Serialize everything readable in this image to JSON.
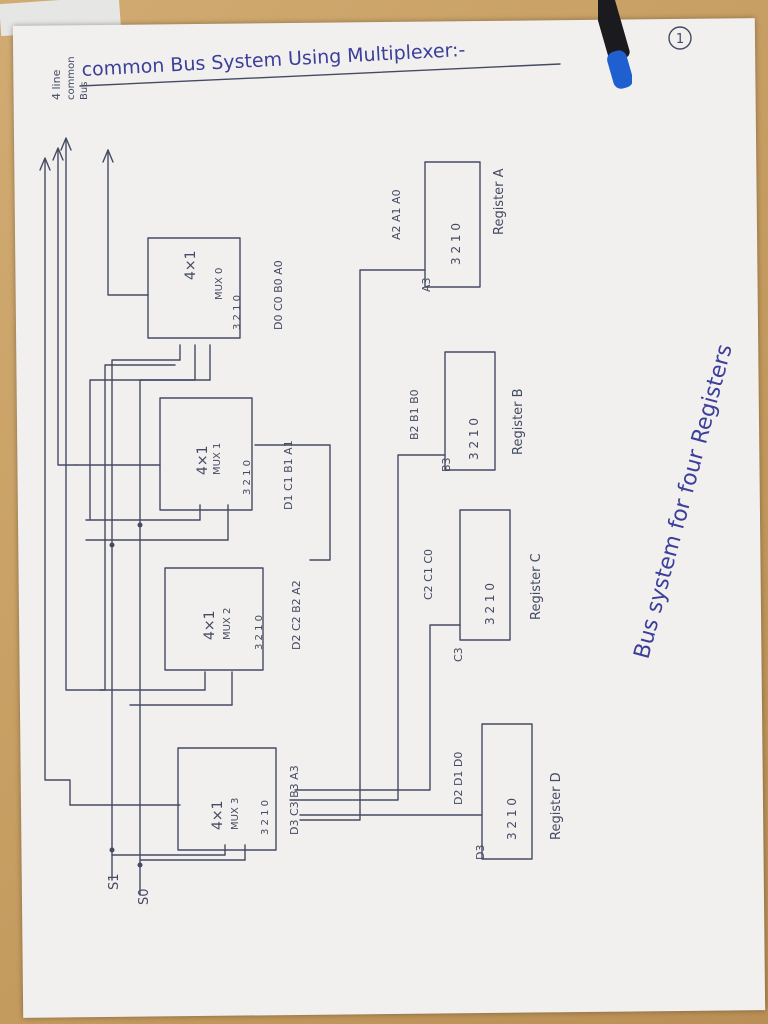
{
  "page_number": "1",
  "title": "common Bus System Using Multiplexer:-",
  "bus_label": [
    "4 line",
    "common",
    "Bus"
  ],
  "caption": "Bus system for four Registers",
  "selects": [
    "S1",
    "S0"
  ],
  "muxes": [
    {
      "line1": "4×1",
      "line2": "MUX 0",
      "pins": [
        "3",
        "2",
        "1",
        "0"
      ],
      "inputs": "D0 C0 B0 A0"
    },
    {
      "line1": "4×1",
      "line2": "MUX 1",
      "pins": [
        "3",
        "2",
        "1",
        "0"
      ],
      "inputs": "D1 C1 B1 A1"
    },
    {
      "line1": "4×1",
      "line2": "MUX 2",
      "pins": [
        "3",
        "2",
        "1",
        "0"
      ],
      "inputs": "D2 C2 B2 A2"
    },
    {
      "line1": "4×1",
      "line2": "MUX 3",
      "pins": [
        "3",
        "2",
        "1",
        "0"
      ],
      "inputs": "D3 C3 B3 A3"
    }
  ],
  "registers": [
    {
      "name": "Register A",
      "cells": "3  2  1  0",
      "outputs": "A2  A1  A0",
      "msb": "A3"
    },
    {
      "name": "Register B",
      "cells": "3  2  1  0",
      "outputs": "B2  B1  B0",
      "msb": "B3"
    },
    {
      "name": "Register C",
      "cells": "3  2  1  0",
      "outputs": "C2  C1  C0",
      "msb": "C3"
    },
    {
      "name": "Register D",
      "cells": "3  2  1  0",
      "outputs": "D2  D1  D0",
      "msb": "D3"
    }
  ]
}
